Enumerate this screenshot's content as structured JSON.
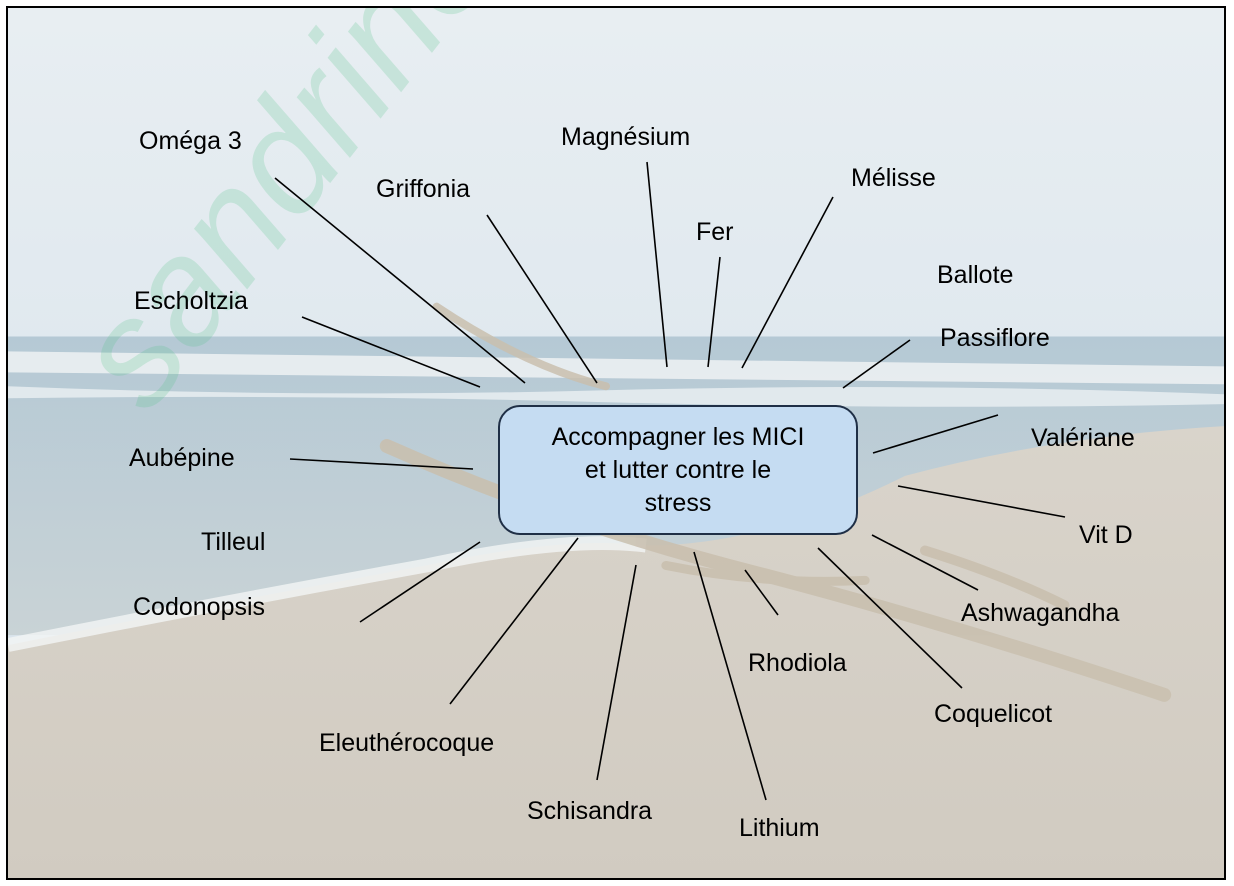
{
  "watermark": "sandrine",
  "center": {
    "label": "Accompagner les MICI\net lutter contre   le\nstress"
  },
  "terms": {
    "omega3": "Oméga 3",
    "magnesium": "Magnésium",
    "griffonia": "Griffonia",
    "melisse": "Mélisse",
    "fer": "Fer",
    "ballote": "Ballote",
    "escholtzia": "Escholtzia",
    "passiflore": "Passiflore",
    "valeriane": "Valériane",
    "aubepine": "Aubépine",
    "vitd": "Vit D",
    "tilleul": "Tilleul",
    "ashwagandha": "Ashwagandha",
    "codonopsis": "Codonopsis",
    "rhodiola": "Rhodiola",
    "coquelicot": "Coquelicot",
    "eleutherocoque": "Eleuthérocoque",
    "schisandra": "Schisandra",
    "lithium": "Lithium"
  },
  "colors": {
    "box_fill": "#c5dcf2",
    "box_border": "#1f2f46",
    "watermark": "#57c48a",
    "sky": "#dde7ee",
    "sea": "#b9cbd6",
    "sand": "#d6d1c8"
  }
}
